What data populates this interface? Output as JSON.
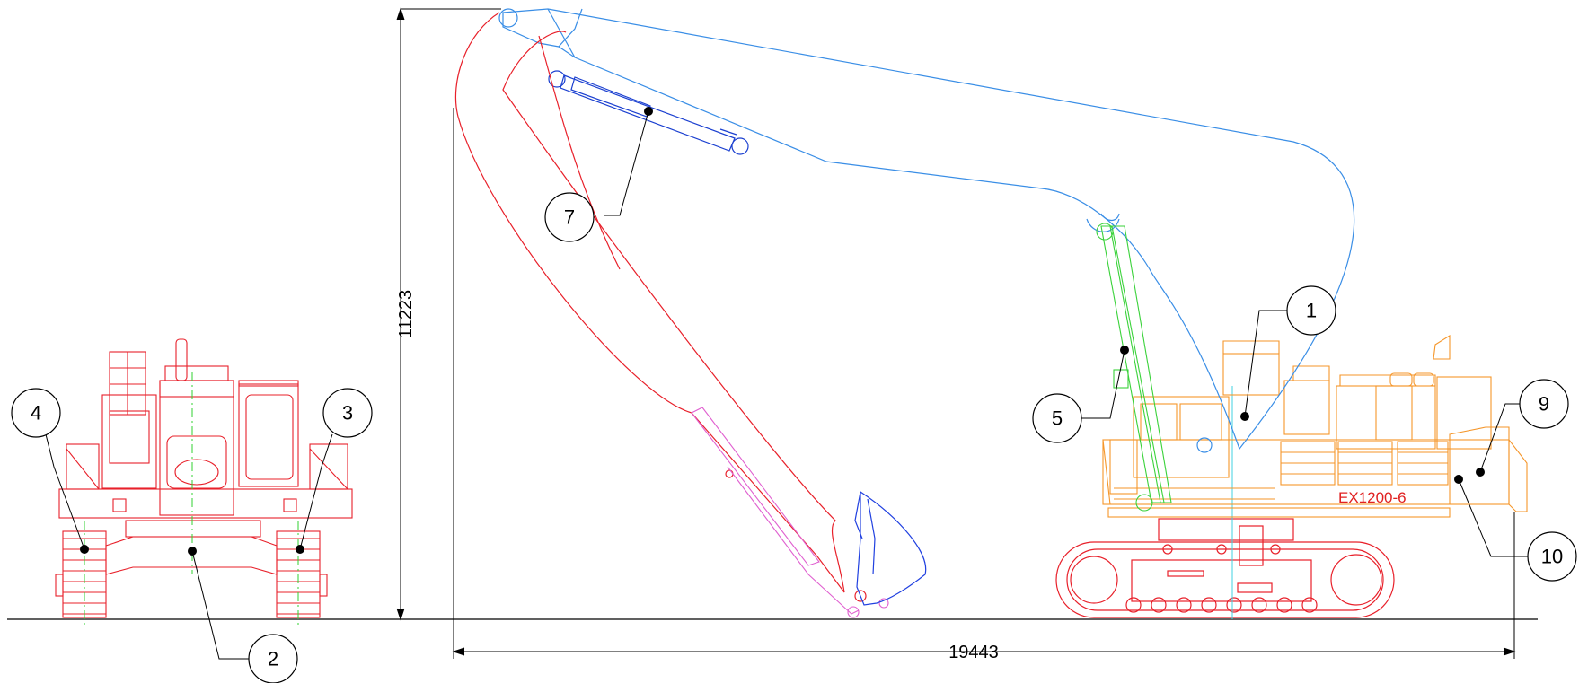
{
  "drawing": {
    "model_label": "EX1200-6",
    "height_dimension": "11223",
    "length_dimension": "19443",
    "callouts": [
      "1",
      "2",
      "3",
      "4",
      "5",
      "7",
      "9",
      "10"
    ],
    "colors": {
      "front_view": "#e8202a",
      "upper_structure": "#f5962a",
      "boom": "#3a8ee6",
      "arm_cylinder": "#1a3fd0",
      "boom_cylinder": "#3ad23a",
      "arm": "#e8202a",
      "bucket_cylinder": "#e060d0",
      "bucket": "#2040e0",
      "centerline": "#30d030",
      "swing_center": "#40d0e0",
      "dimension_lines": "#000000"
    }
  }
}
